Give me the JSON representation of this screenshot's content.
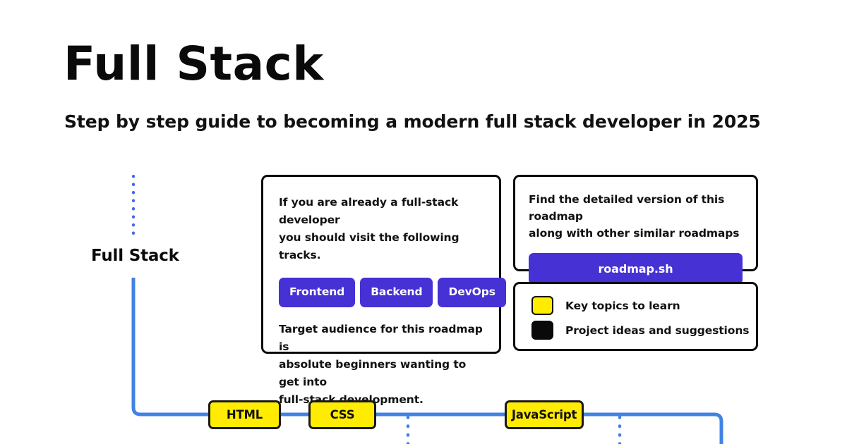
{
  "header": {
    "title": "Full Stack",
    "subtitle": "Step by step guide to becoming a modern full stack developer in 2025"
  },
  "colors": {
    "accent_indigo": "#4531d4",
    "node_yellow": "#ffec00",
    "node_border": "#191919",
    "connector_blue": "#4183e4",
    "panel_border": "#0a0a0a",
    "background": "#ffffff"
  },
  "root": {
    "label": "Full Stack"
  },
  "tracks_panel": {
    "intro_line_1": "If you are already a full-stack developer",
    "intro_line_2": "you should visit the following tracks.",
    "pills": [
      {
        "label": "Frontend"
      },
      {
        "label": "Backend"
      },
      {
        "label": "DevOps"
      }
    ],
    "outro_line_1": "Target audience for this roadmap is",
    "outro_line_2": "absolute beginners wanting to get into",
    "outro_line_3": "full-stack development."
  },
  "roadmap_panel": {
    "note_line_1": "Find the detailed version of this roadmap",
    "note_line_2": "along with other similar roadmaps",
    "cta_label": "roadmap.sh"
  },
  "legend_panel": {
    "items": [
      {
        "swatch": "yellow-square-icon",
        "label": "Key topics to learn"
      },
      {
        "swatch": "black-square-icon",
        "label": "Project ideas and suggestions"
      }
    ]
  },
  "roadmap_nodes": [
    {
      "id": "html",
      "label": "HTML"
    },
    {
      "id": "css",
      "label": "CSS"
    },
    {
      "id": "javascript",
      "label": "JavaScript"
    }
  ]
}
